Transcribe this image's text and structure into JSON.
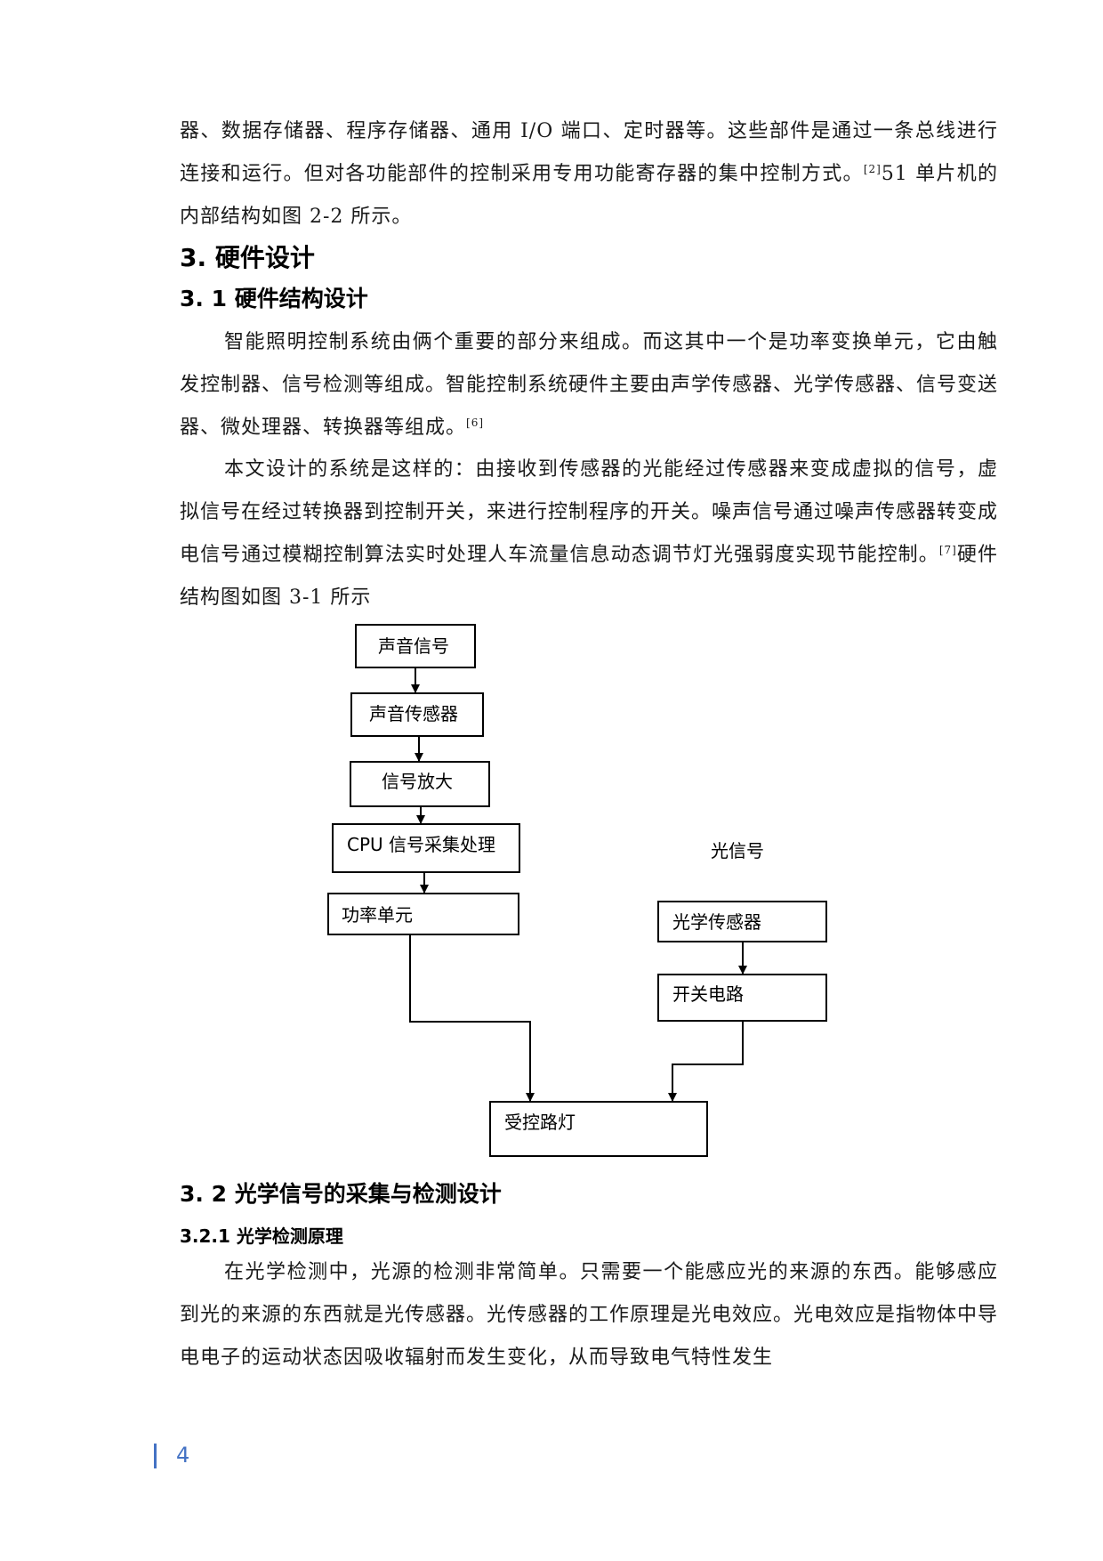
{
  "continuation_paragraph": {
    "text": "器、数据存储器、程序存储器、通用 I/O 端口、定时器等。这些部件是通过一条总线进行连接和运行。但对各功能部件的控制采用专用功能寄存器的集中控制方式。",
    "ref": "[2]",
    "text_after": "51 单片机的内部结构如图 2-2 所示。"
  },
  "section_3": {
    "heading": "3. 硬件设计"
  },
  "section_3_1": {
    "heading": "3. 1 硬件结构设计",
    "paragraph_1": {
      "text": "智能照明控制系统由俩个重要的部分来组成。而这其中一个是功率变换单元，它由触发控制器、信号检测等组成。智能控制系统硬件主要由声学传感器、光学传感器、信号变送器、微处理器、转换器等组成。",
      "ref": "[6]"
    },
    "paragraph_2": {
      "text": "本文设计的系统是这样的：由接收到传感器的光能经过传感器来变成虚拟的信号，虚拟信号在经过转换器到控制开关，来进行控制程序的开关。噪声信号通过噪声传感器转变成电信号通过模糊控制算法实时处理人车流量信息动态调节灯光强弱度实现节能控制。",
      "ref": "[7]",
      "text_after": "硬件结构图如图 3-1 所示"
    }
  },
  "diagram": {
    "nodes": {
      "sound_signal": "声音信号",
      "sound_sensor": "声音传感器",
      "signal_amplify": "信号放大",
      "cpu": "CPU 信号采集处理",
      "power_unit": "功率单元",
      "light_signal": "光信号",
      "light_sensor": "光学传感器",
      "switch_circuit": "开关电路",
      "controlled_lamp": "受控路灯"
    }
  },
  "section_3_2": {
    "heading": "3. 2 光学信号的采集与检测设计",
    "sub_3_2_1": {
      "heading": "3.2.1  光学检测原理",
      "paragraph": "在光学检测中，光源的检测非常简单。只需要一个能感应光的来源的东西。能够感应到光的来源的东西就是光传感器。光传感器的工作原理是光电效应。光电效应是指物体中导电电子的运动状态因吸收辐射而发生变化，从而导致电气特性发生"
    }
  },
  "footer": {
    "page_number": "4"
  }
}
